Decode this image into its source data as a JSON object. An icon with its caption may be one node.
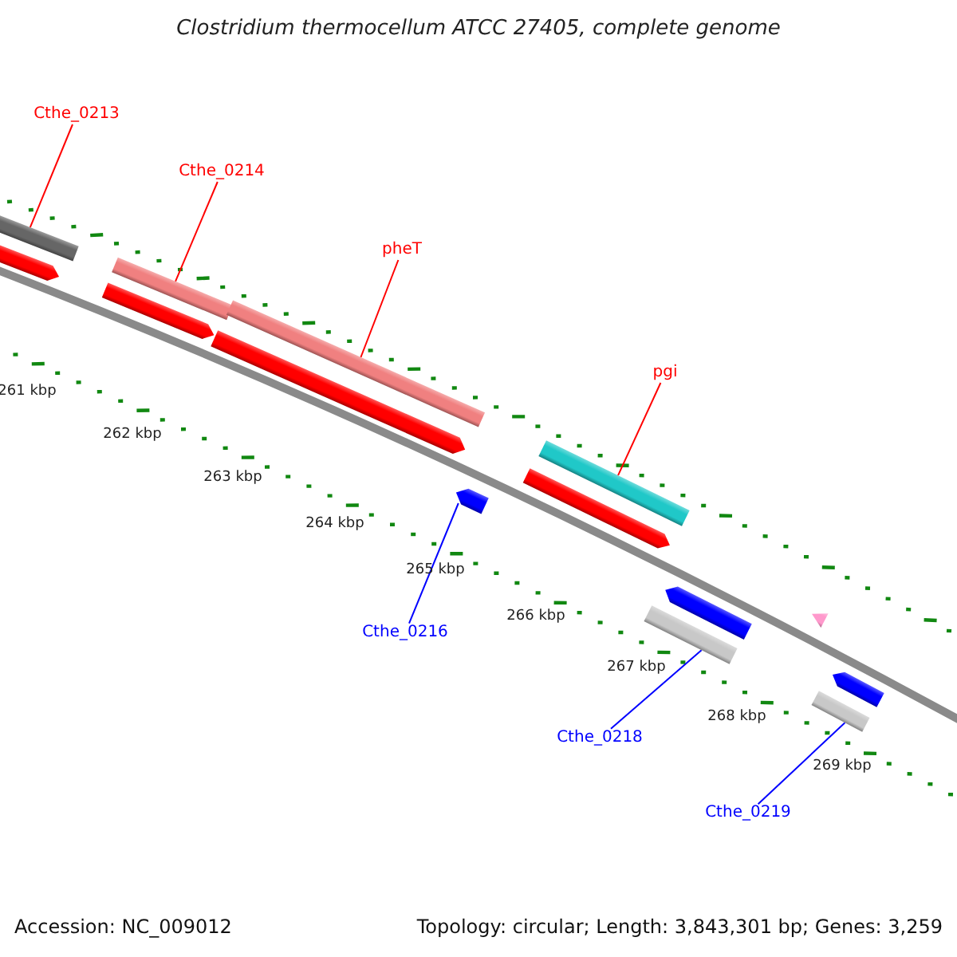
{
  "diagram": {
    "title": "Clostridium thermocellum ATCC 27405, complete genome",
    "nodes": [
      {
        "text": [
          "Cthe_0213"
        ]
      },
      {
        "text": [
          "Cthe_0214"
        ]
      },
      {
        "text": [
          "pheT"
        ]
      },
      {
        "text": [
          "pgi"
        ]
      },
      {
        "text": [
          "Cthe_0216"
        ]
      },
      {
        "text": [
          "Cthe_0218"
        ]
      },
      {
        "text": [
          "Cthe_0219"
        ]
      },
      {
        "text": [],
        "shape": "bar"
      },
      {
        "text": [],
        "shape": "pentagon"
      },
      {
        "text": [],
        "shape": "pentagon"
      },
      {
        "text": [],
        "shape": "bar"
      },
      {
        "text": [],
        "shape": "pentagon"
      },
      {
        "text": [],
        "shape": "bar"
      },
      {
        "text": [],
        "shape": "pentagon"
      },
      {
        "text": [],
        "shape": "pentagon"
      },
      {
        "text": [],
        "shape": "bar"
      },
      {
        "text": [],
        "shape": "bar"
      },
      {
        "text": [],
        "shape": "pentagon"
      },
      {
        "text": [],
        "shape": "triangle"
      },
      {
        "text": [],
        "shape": "bar"
      },
      {
        "text": [],
        "shape": "pentagon"
      }
    ],
    "edges": [
      {
        "from": 0,
        "to": 7,
        "arrow": "none"
      },
      {
        "from": 1,
        "to": 10,
        "arrow": "none"
      },
      {
        "from": 2,
        "to": 12,
        "arrow": "none"
      },
      {
        "from": 3,
        "to": 15,
        "arrow": "none"
      },
      {
        "from": 4,
        "to": 13,
        "arrow": "none",
        "color": "#0000ff"
      },
      {
        "from": 5,
        "to": 16,
        "arrow": "none",
        "color": "#0000ff"
      },
      {
        "from": 6,
        "to": 19,
        "arrow": "none",
        "color": "#0000ff"
      }
    ],
    "labels": [
      "261 kbp",
      "262 kbp",
      "263 kbp",
      "264 kbp",
      "265 kbp",
      "266 kbp",
      "267 kbp",
      "268 kbp",
      "269 kbp",
      "Accession: NC_009012",
      "Topology: circular; Length: 3,843,301 bp; Genes: 3,259"
    ]
  }
}
